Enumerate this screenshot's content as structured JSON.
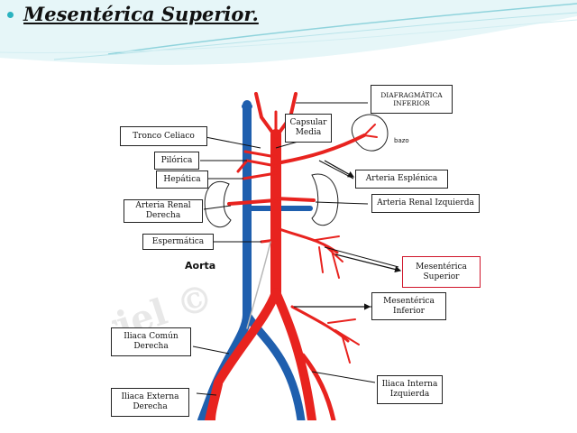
{
  "slide": {
    "title": "Mesentérica Superior."
  },
  "diagram": {
    "anatomy_labels": {
      "aorta": "Aorta",
      "bazo": "bazo"
    },
    "labels": {
      "diafragmatica": "DIAFRAGMÁTICA INFERIOR",
      "capsular": "Capsular Media",
      "tronco_celiaco": "Tronco Celiaco",
      "pilorica": "Pilórica",
      "hepatica": "Hepática",
      "esplenica": "Arteria Esplénica",
      "renal_derecha": "Arteria Renal Derecha",
      "renal_izquierda": "Arteria Renal Izquierda",
      "espermatica": "Espermática",
      "mesenterica_superior": "Mesentérica Superior",
      "mesenterica_inferior": "Mesentérica Inferior",
      "iliaca_comun": "Iliaca Común Derecha",
      "iliaca_externa": "Iliaca Externa Derecha",
      "iliaca_interna": "Iliaca Interna Izquierda"
    }
  },
  "colors": {
    "artery": "#e8231f",
    "vein": "#1f5fae",
    "highlight_border": "#d0152a",
    "accent": "#2bb3c0"
  }
}
